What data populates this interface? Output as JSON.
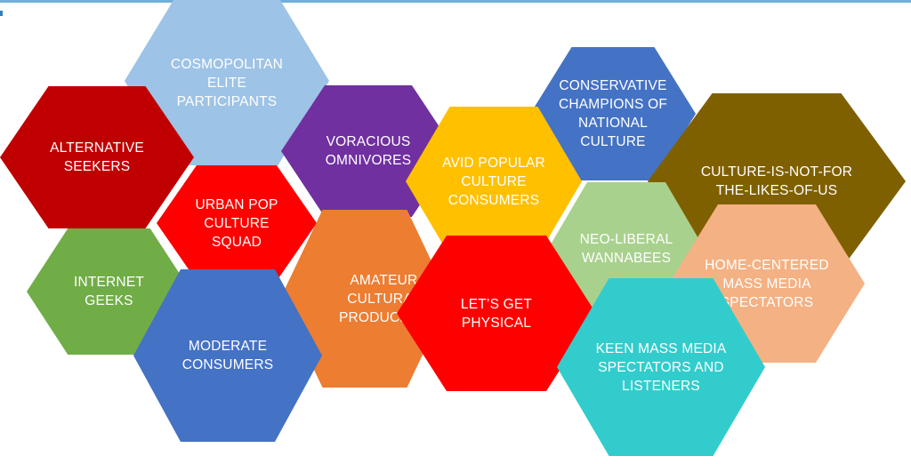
{
  "colors": {
    "cosmopolitan": "#9dc3e6",
    "alternative": "#c00000",
    "voracious": "#7030a0",
    "urban_pop": "#ff0000",
    "conservative": "#4472c4",
    "avid_popular": "#ffc000",
    "culture_not": "#7f6000",
    "neo_liberal": "#a9d18e",
    "internet": "#70ad47",
    "amateur": "#ed7d31",
    "home_centered": "#f4b183",
    "lets_get_physical": "#ff0000",
    "moderate": "#4472c4",
    "keen": "#33cccc"
  },
  "segments": {
    "cosmopolitan": [
      "COSMOPOLITAN",
      "ELITE",
      "PARTICIPANTS"
    ],
    "alternative": [
      "ALTERNATIVE",
      "SEEKERS"
    ],
    "voracious": [
      "VORACIOUS",
      "OMNIVORES"
    ],
    "urban_pop": [
      "URBAN POP",
      "CULTURE SQUAD"
    ],
    "conservative": [
      "CONSERVATIVE",
      "CHAMPIONS OF",
      "NATIONAL",
      "CULTURE"
    ],
    "avid_popular": [
      "AVID POPULAR",
      "CULTURE",
      "CONSUMERS"
    ],
    "culture_not": [
      "CULTURE-IS-NOT-FOR",
      "THE-LIKES-OF-US"
    ],
    "neo_liberal": [
      "NEO-LIBERAL",
      "WANNABEES"
    ],
    "internet": [
      "INTERNET",
      "GEEKS"
    ],
    "amateur": [
      "AMATEUR",
      "CULTURAL",
      "PRODUCERS"
    ],
    "home_centered": [
      "HOME-CENTERED",
      "MASS MEDIA",
      "SPECTATORS"
    ],
    "lets_get_physical": [
      "LET’S GET",
      "PHYSICAL"
    ],
    "moderate": [
      "MODERATE",
      "CONSUMERS"
    ],
    "keen": [
      "KEEN MASS MEDIA",
      "SPECTATORS AND",
      "LISTENERS"
    ]
  }
}
